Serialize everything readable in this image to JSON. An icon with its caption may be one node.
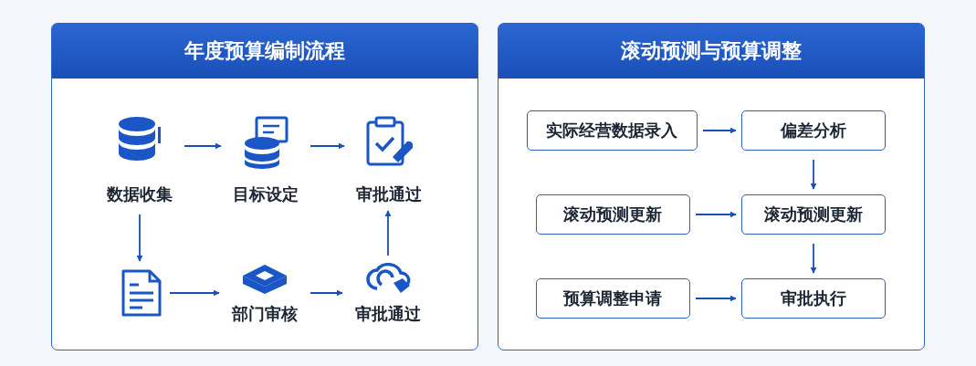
{
  "diagram": {
    "nodes": [
      {
        "text": [
          "年度预算编制流程"
        ]
      },
      {
        "text": [
          "滚动预测与预算调整"
        ]
      },
      {
        "text": [
          "数据收集"
        ],
        "in": 0
      },
      {
        "text": [
          "目标设定"
        ],
        "in": 0
      },
      {
        "text": [
          "审批通过"
        ],
        "in": 0
      },
      {
        "text": [],
        "shape": "document",
        "in": 0
      },
      {
        "text": [
          "部门审核"
        ],
        "in": 0
      },
      {
        "text": [
          "审批通过"
        ],
        "in": 0
      },
      {
        "text": [
          "实际经营数据录入"
        ],
        "in": 1
      },
      {
        "text": [
          "偏差分析"
        ],
        "in": 1
      },
      {
        "text": [
          "滚动预测更新"
        ],
        "in": 1
      },
      {
        "text": [
          "滚动预测更新"
        ],
        "in": 1
      },
      {
        "text": [
          "预算调整申请"
        ],
        "in": 1
      },
      {
        "text": [
          "审批执行"
        ],
        "in": 1
      }
    ],
    "edges": [
      {
        "from": 2,
        "to": 3,
        "arrow": "to"
      },
      {
        "from": 3,
        "to": 4,
        "arrow": "to"
      },
      {
        "from": 2,
        "to": 5,
        "arrow": "to"
      },
      {
        "from": 5,
        "to": 6,
        "arrow": "to"
      },
      {
        "from": 6,
        "to": 7,
        "arrow": "to"
      },
      {
        "from": 7,
        "to": 4,
        "arrow": "to"
      },
      {
        "from": 8,
        "to": 9,
        "arrow": "to"
      },
      {
        "from": 9,
        "to": 11,
        "arrow": "to"
      },
      {
        "from": 10,
        "to": 11,
        "arrow": "to"
      },
      {
        "from": 11,
        "to": 13,
        "arrow": "to"
      },
      {
        "from": 12,
        "to": 13,
        "arrow": "to"
      }
    ]
  }
}
